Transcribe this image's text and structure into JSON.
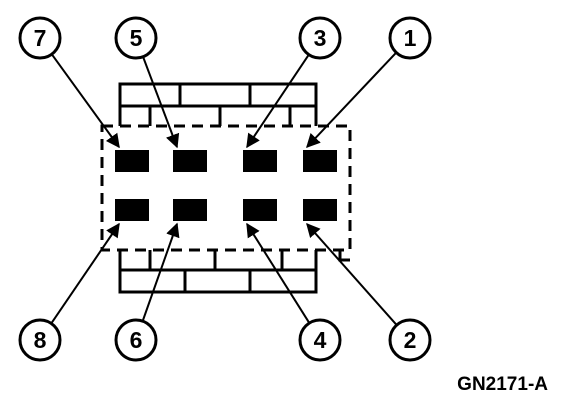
{
  "diagram": {
    "figure_code": "GN2171-A",
    "pins": [
      {
        "number": "7",
        "row": "top",
        "col": 0
      },
      {
        "number": "5",
        "row": "top",
        "col": 1
      },
      {
        "number": "3",
        "row": "top",
        "col": 2
      },
      {
        "number": "1",
        "row": "top",
        "col": 3
      },
      {
        "number": "8",
        "row": "bottom",
        "col": 0
      },
      {
        "number": "6",
        "row": "bottom",
        "col": 1
      },
      {
        "number": "4",
        "row": "bottom",
        "col": 2
      },
      {
        "number": "2",
        "row": "bottom",
        "col": 3
      }
    ],
    "colors": {
      "ink": "#000000",
      "background": "#ffffff"
    }
  }
}
